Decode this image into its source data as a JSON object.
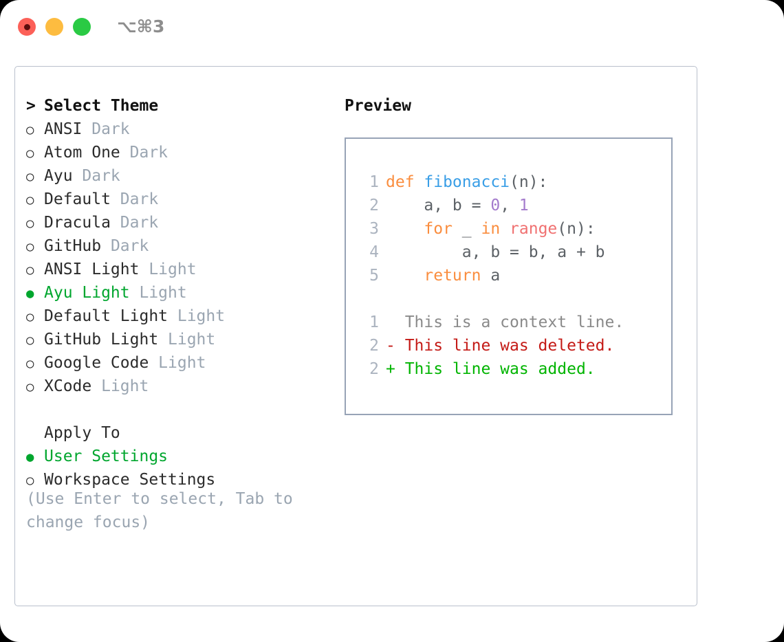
{
  "window": {
    "shortcut_label": "⌥⌘3",
    "traffic_lights": [
      {
        "name": "close",
        "color": "#fc6058"
      },
      {
        "name": "minimize",
        "color": "#fdbc40"
      },
      {
        "name": "maximize",
        "color": "#2aca44"
      }
    ]
  },
  "colors": {
    "accent_green": "#00a62e",
    "muted_gray": "#9aa5b1",
    "text": "#2b2b2b",
    "border": "#97a3b6",
    "card_border": "#b9c0cc",
    "keyword": "#fa8d3e",
    "function": "#399ee6",
    "number": "#a37acc",
    "builtin": "#f07171",
    "code_plain": "#5c6166",
    "line_number": "#abb3bf",
    "diff_context": "#8a8a8a",
    "diff_deleted": "#c41a16",
    "diff_added": "#00b400"
  },
  "theme_list": {
    "heading": "Select Theme",
    "heading_marker": ">",
    "marker_unselected": "○",
    "marker_selected": "●",
    "items": [
      {
        "label": "ANSI",
        "suffix": "Dark",
        "selected": false
      },
      {
        "label": "Atom One",
        "suffix": "Dark",
        "selected": false
      },
      {
        "label": "Ayu",
        "suffix": "Dark",
        "selected": false
      },
      {
        "label": "Default",
        "suffix": "Dark",
        "selected": false
      },
      {
        "label": "Dracula",
        "suffix": "Dark",
        "selected": false
      },
      {
        "label": "GitHub",
        "suffix": "Dark",
        "selected": false
      },
      {
        "label": "ANSI Light",
        "suffix": "Light",
        "selected": false
      },
      {
        "label": "Ayu Light",
        "suffix": "Light",
        "selected": true
      },
      {
        "label": "Default Light",
        "suffix": "Light",
        "selected": false
      },
      {
        "label": "GitHub Light",
        "suffix": "Light",
        "selected": false
      },
      {
        "label": "Google Code",
        "suffix": "Light",
        "selected": false
      },
      {
        "label": "XCode",
        "suffix": "Light",
        "selected": false
      }
    ]
  },
  "apply_to": {
    "heading": "Apply To",
    "items": [
      {
        "label": "User Settings",
        "selected": true
      },
      {
        "label": "Workspace Settings",
        "selected": false
      }
    ]
  },
  "hint": "(Use Enter to select, Tab to change focus)",
  "preview": {
    "title": "Preview",
    "code_lines": [
      {
        "number": "1",
        "tokens": [
          {
            "text": "def ",
            "type": "keyword"
          },
          {
            "text": "fibonacci",
            "type": "function"
          },
          {
            "text": "(n):",
            "type": "plain"
          }
        ]
      },
      {
        "number": "2",
        "tokens": [
          {
            "text": "    a, b = ",
            "type": "plain"
          },
          {
            "text": "0",
            "type": "number"
          },
          {
            "text": ", ",
            "type": "plain"
          },
          {
            "text": "1",
            "type": "number"
          }
        ]
      },
      {
        "number": "3",
        "tokens": [
          {
            "text": "    ",
            "type": "plain"
          },
          {
            "text": "for",
            "type": "keyword"
          },
          {
            "text": " _ ",
            "type": "plain"
          },
          {
            "text": "in",
            "type": "keyword"
          },
          {
            "text": " ",
            "type": "plain"
          },
          {
            "text": "range",
            "type": "builtin"
          },
          {
            "text": "(n):",
            "type": "plain"
          }
        ]
      },
      {
        "number": "4",
        "tokens": [
          {
            "text": "        a, b = b, a + b",
            "type": "plain"
          }
        ]
      },
      {
        "number": "5",
        "tokens": [
          {
            "text": "    ",
            "type": "plain"
          },
          {
            "text": "return",
            "type": "keyword"
          },
          {
            "text": " a",
            "type": "plain"
          }
        ]
      }
    ],
    "diff_lines": [
      {
        "number": "1",
        "sign": " ",
        "text": " This is a context line.",
        "type": "context"
      },
      {
        "number": "2",
        "sign": "-",
        "text": " This line was deleted.",
        "type": "deleted"
      },
      {
        "number": "2",
        "sign": "+",
        "text": " This line was added.",
        "type": "added"
      }
    ]
  }
}
